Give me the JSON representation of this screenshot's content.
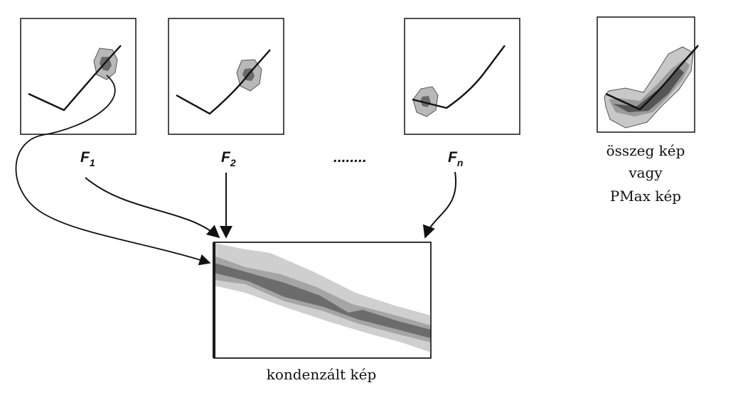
{
  "frames": [
    {
      "id": "f1",
      "label": "F",
      "subscript": "1"
    },
    {
      "id": "f2",
      "label": "F",
      "subscript": "2"
    },
    {
      "id": "fn",
      "label": "F",
      "subscript": "n"
    }
  ],
  "ellipsis": "........",
  "sum_image": {
    "lines": [
      "összeg kép",
      "vagy",
      "PMax kép"
    ]
  },
  "condensed_image": {
    "label": "kondenzált kép"
  },
  "colors": {
    "stroke": "#111111",
    "gray_light": "#cfcfcf",
    "gray_mid": "#a9a9a9",
    "gray_dark": "#6e6e6e"
  }
}
